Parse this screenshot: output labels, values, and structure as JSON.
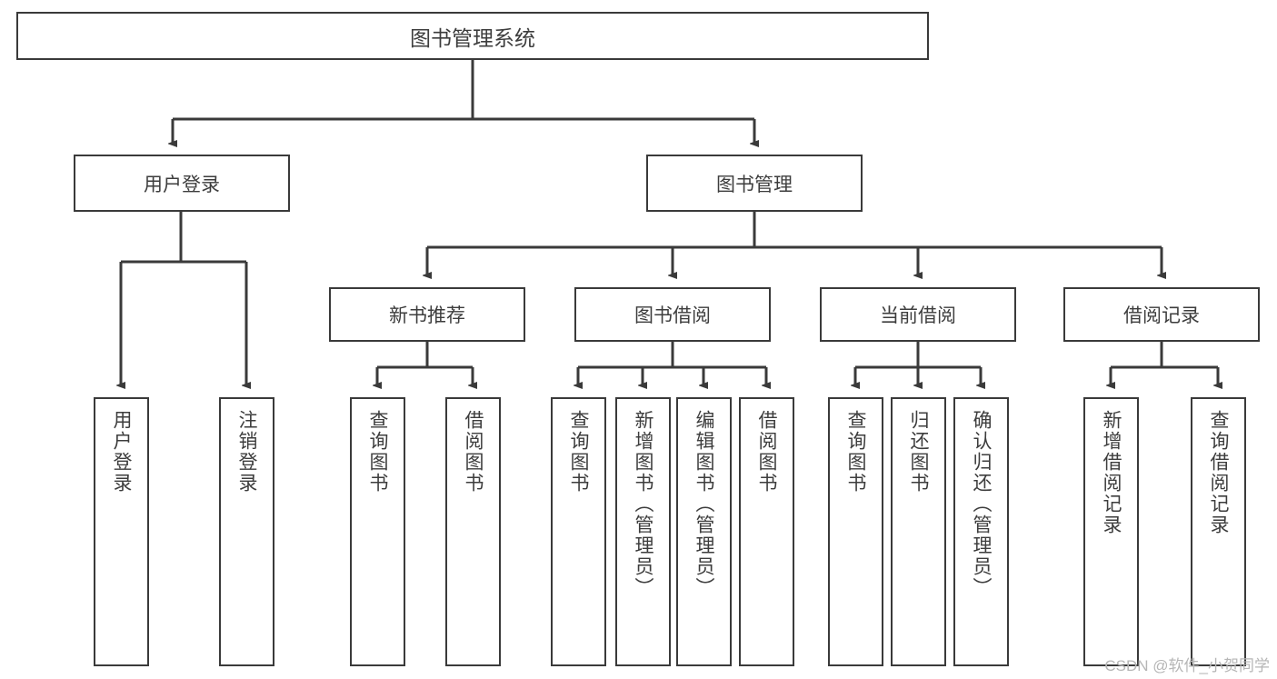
{
  "diagram": {
    "type": "tree-hierarchy-flowchart",
    "title": "图书管理系统",
    "stroke_color": "#3a3a3a",
    "text_color": "#3d3d3d",
    "background_color": "#ffffff",
    "root": {
      "id": "root",
      "label": "图书管理系统"
    },
    "level2": [
      {
        "id": "user-login",
        "label": "用户登录"
      },
      {
        "id": "book-management",
        "label": "图书管理"
      }
    ],
    "level3": [
      {
        "id": "new-book-recommend",
        "label": "新书推荐",
        "parent": "book-management"
      },
      {
        "id": "book-borrow",
        "label": "图书借阅",
        "parent": "book-management"
      },
      {
        "id": "current-borrow",
        "label": "当前借阅",
        "parent": "book-management"
      },
      {
        "id": "borrow-record",
        "label": "借阅记录",
        "parent": "book-management"
      }
    ],
    "leaves": {
      "user_login": [
        {
          "id": "leaf-user-login",
          "label": "用户登录"
        },
        {
          "id": "leaf-user-logout",
          "label": "注销登录"
        }
      ],
      "new_book_recommend": [
        {
          "id": "leaf-query-book-1",
          "label": "查询图书"
        },
        {
          "id": "leaf-borrow-book-1",
          "label": "借阅图书"
        }
      ],
      "book_borrow": [
        {
          "id": "leaf-query-book-2",
          "label": "查询图书"
        },
        {
          "id": "leaf-add-book",
          "label": "新增图书（管理员）"
        },
        {
          "id": "leaf-edit-book",
          "label": "编辑图书（管理员）"
        },
        {
          "id": "leaf-borrow-book-2",
          "label": "借阅图书"
        }
      ],
      "current_borrow": [
        {
          "id": "leaf-query-book-3",
          "label": "查询图书"
        },
        {
          "id": "leaf-return-book",
          "label": "归还图书"
        },
        {
          "id": "leaf-confirm-return",
          "label": "确认归还（管理员）"
        }
      ],
      "borrow_record": [
        {
          "id": "leaf-add-record",
          "label": "新增借阅记录"
        },
        {
          "id": "leaf-query-record",
          "label": "查询借阅记录"
        }
      ]
    }
  },
  "watermark": {
    "text": "CSDN @软件_小贺同学"
  }
}
